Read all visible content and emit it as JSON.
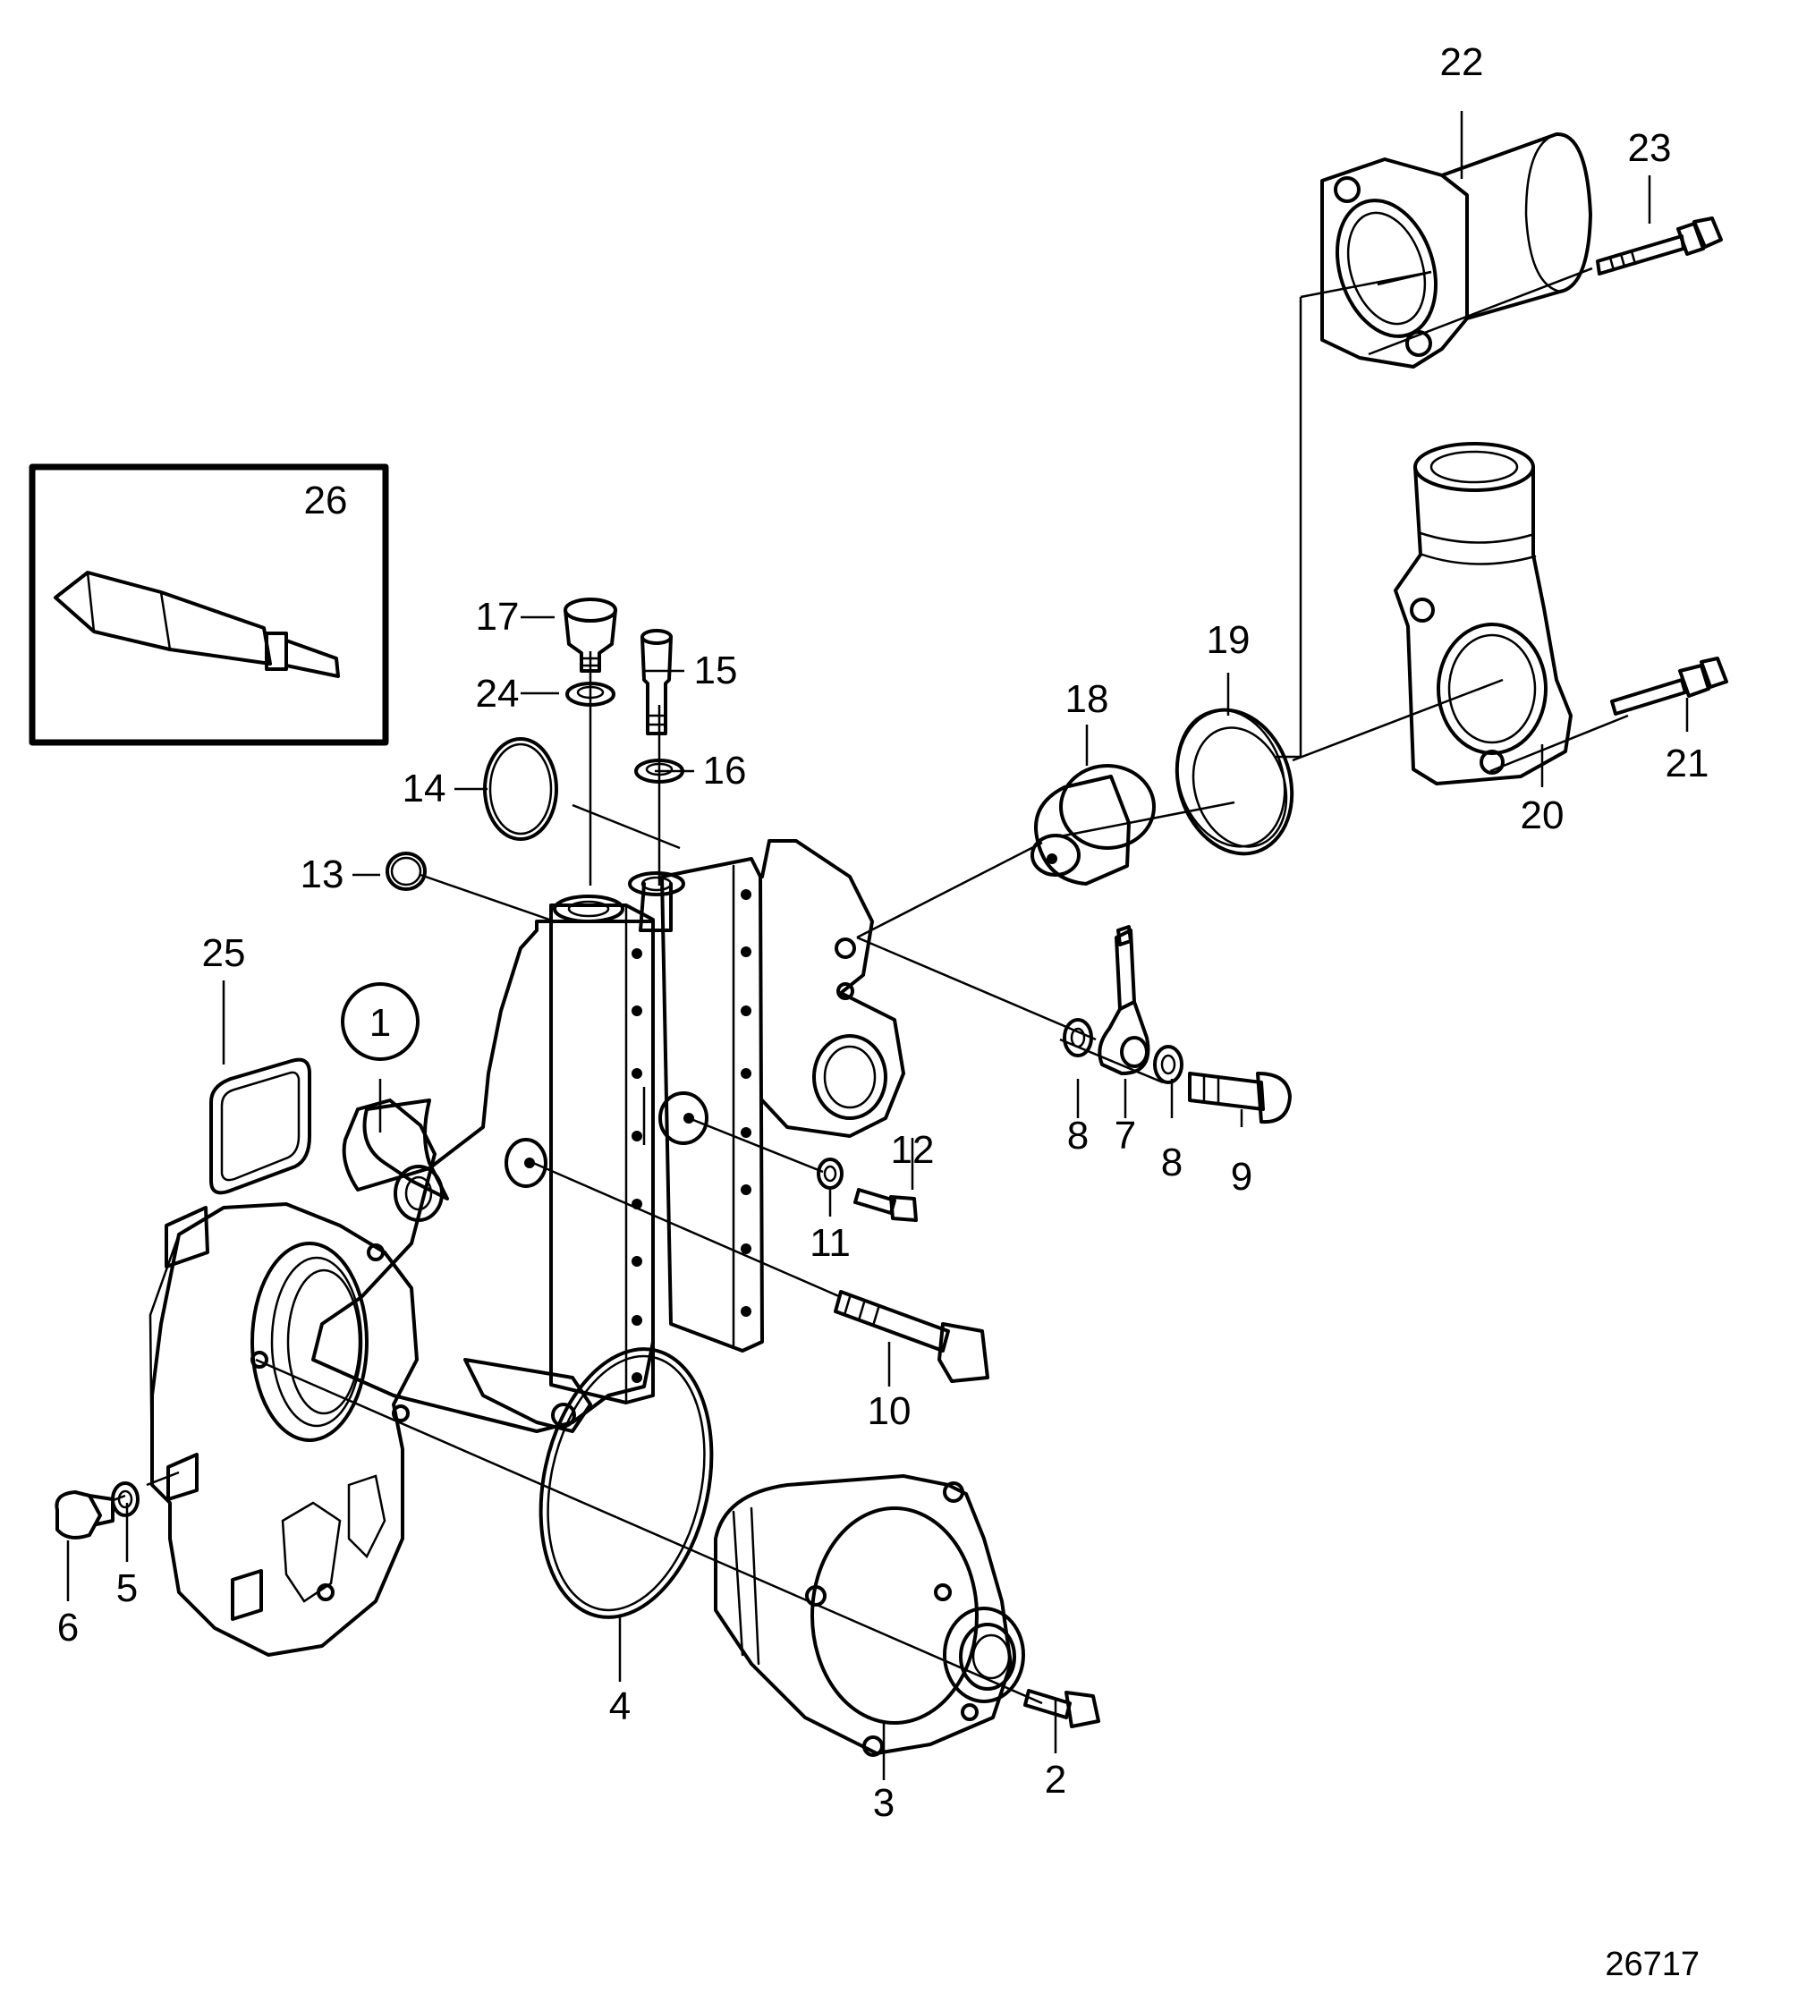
{
  "figure_number": "26717",
  "callouts": [
    {
      "id": "1",
      "label": "1",
      "circled": true
    },
    {
      "id": "2",
      "label": "2"
    },
    {
      "id": "3",
      "label": "3"
    },
    {
      "id": "4",
      "label": "4"
    },
    {
      "id": "5",
      "label": "5"
    },
    {
      "id": "6",
      "label": "6"
    },
    {
      "id": "7",
      "label": "7"
    },
    {
      "id": "8a",
      "label": "8"
    },
    {
      "id": "8b",
      "label": "8"
    },
    {
      "id": "9",
      "label": "9"
    },
    {
      "id": "10",
      "label": "10"
    },
    {
      "id": "11",
      "label": "11"
    },
    {
      "id": "12",
      "label": "12"
    },
    {
      "id": "13",
      "label": "13"
    },
    {
      "id": "14",
      "label": "14"
    },
    {
      "id": "15",
      "label": "15"
    },
    {
      "id": "16",
      "label": "16"
    },
    {
      "id": "17",
      "label": "17"
    },
    {
      "id": "18",
      "label": "18"
    },
    {
      "id": "19",
      "label": "19"
    },
    {
      "id": "20",
      "label": "20"
    },
    {
      "id": "21",
      "label": "21"
    },
    {
      "id": "22",
      "label": "22"
    },
    {
      "id": "23",
      "label": "23"
    },
    {
      "id": "24",
      "label": "24"
    },
    {
      "id": "25",
      "label": "25"
    },
    {
      "id": "26",
      "label": "26"
    }
  ]
}
